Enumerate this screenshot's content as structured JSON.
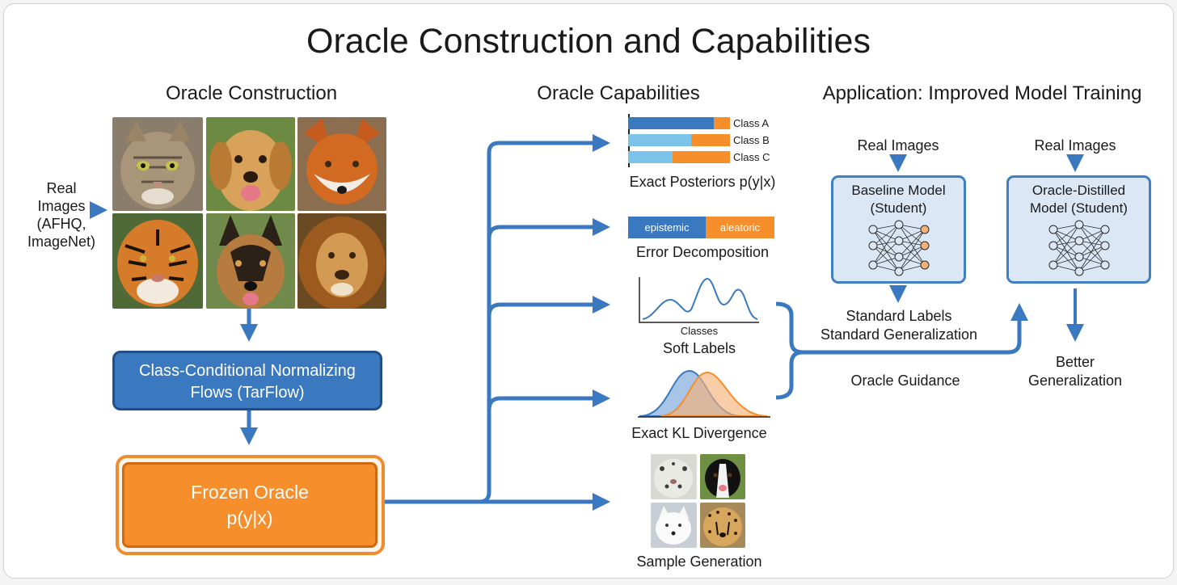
{
  "title": "Oracle Construction and Capabilities",
  "sections": {
    "construction": "Oracle Construction",
    "capabilities": "Oracle Capabilities",
    "application": "Application: Improved Model Training"
  },
  "inputs": {
    "real_images_lines": [
      "Real",
      "Images",
      "(AFHQ,",
      "ImageNet)"
    ]
  },
  "flow_box": {
    "line1": "Class-Conditional Normalizing",
    "line2": "Flows (TarFlow)"
  },
  "oracle_box": {
    "line1": "Frozen Oracle",
    "line2": "p(y|x)"
  },
  "capabilities": {
    "posteriors": {
      "caption": "Exact Posteriors p(y|x)",
      "classes": [
        "Class A",
        "Class B",
        "Class C"
      ],
      "blue_fraction": [
        0.84,
        0.62,
        0.44
      ]
    },
    "error": {
      "caption": "Error Decomposition",
      "left": "epistemic",
      "right": "aleatoric"
    },
    "soft_labels": {
      "caption": "Soft Labels",
      "axis_label": "Classes"
    },
    "kl": {
      "caption": "Exact KL Divergence"
    },
    "samples": {
      "caption": "Sample Generation"
    }
  },
  "application": {
    "real_images_left": "Real Images",
    "real_images_right": "Real Images",
    "baseline": {
      "line1": "Baseline Model",
      "line2": "(Student)"
    },
    "distilled": {
      "line1": "Oracle-Distilled",
      "line2": "Model (Student)"
    },
    "standard_labels": "Standard Labels",
    "standard_generalization": "Standard Generalization",
    "oracle_guidance": "Oracle Guidance",
    "better_line1": "Better",
    "better_line2": "Generalization"
  },
  "colors": {
    "blue": "#3a78bf",
    "light_blue": "#7cc3ea",
    "orange": "#f58e2b",
    "panel_blue": "#dbe7f5"
  },
  "icons": [
    "cat-photo",
    "golden-retriever-photo",
    "fox-photo",
    "tiger-photo",
    "german-shepherd-photo",
    "lion-photo",
    "snow-leopard-photo",
    "border-collie-photo",
    "arctic-fox-photo",
    "cheetah-photo",
    "neural-network-icon"
  ]
}
